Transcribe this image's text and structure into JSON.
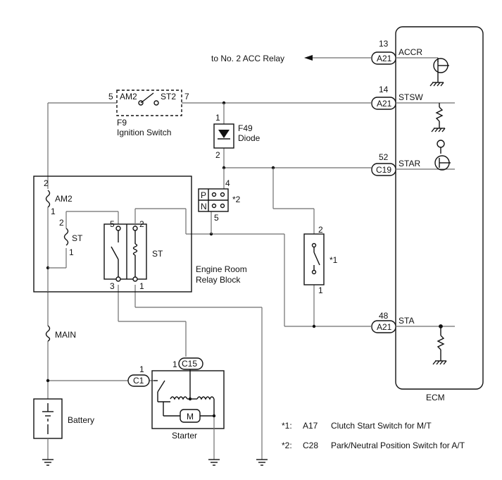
{
  "ecm": {
    "title": "ECM",
    "pins": [
      {
        "num": "13",
        "connector": "A21",
        "name": "ACCR"
      },
      {
        "num": "14",
        "connector": "A21",
        "name": "STSW"
      },
      {
        "num": "52",
        "connector": "C19",
        "name": "STAR"
      },
      {
        "num": "48",
        "connector": "A21",
        "name": "STA"
      }
    ]
  },
  "acc_relay_label": "to No. 2 ACC Relay",
  "ignition_switch": {
    "id": "F9",
    "name": "Ignition Switch",
    "pin_left": "5",
    "pin_right": "7",
    "contact_left": "AM2",
    "contact_right": "ST2"
  },
  "diode": {
    "id": "F49",
    "name": "Diode",
    "pin_top": "1",
    "pin_bottom": "2"
  },
  "pn_switch": {
    "p": "P",
    "n": "N",
    "pin_top": "4",
    "pin_bottom": "5",
    "note": "*2"
  },
  "relay_block": {
    "name_line1": "Engine Room",
    "name_line2": "Relay Block",
    "am2_label": "AM2",
    "am2_pin_top": "2",
    "am2_pin_bottom": "1",
    "st_fuse_label": "ST",
    "st_fuse_pin_top": "2",
    "st_fuse_pin_bottom": "1",
    "relay_label": "ST",
    "relay_pin_5": "5",
    "relay_pin_2": "2",
    "relay_pin_3": "3",
    "relay_pin_1": "1"
  },
  "clutch_switch": {
    "note": "*1",
    "pin_top": "2",
    "pin_bottom": "1"
  },
  "main_fuse": {
    "label": "MAIN"
  },
  "battery": {
    "label": "Battery"
  },
  "starter": {
    "label": "Starter",
    "motor": "M",
    "c1_pin": "1",
    "c1_connector": "C1",
    "c15_pin": "1",
    "c15_connector": "C15"
  },
  "notes": [
    {
      "mark": "*1:",
      "code": "A17",
      "text": "Clutch Start Switch for M/T"
    },
    {
      "mark": "*2:",
      "code": "C28",
      "text": "Park/Neutral Position Switch for A/T"
    }
  ]
}
